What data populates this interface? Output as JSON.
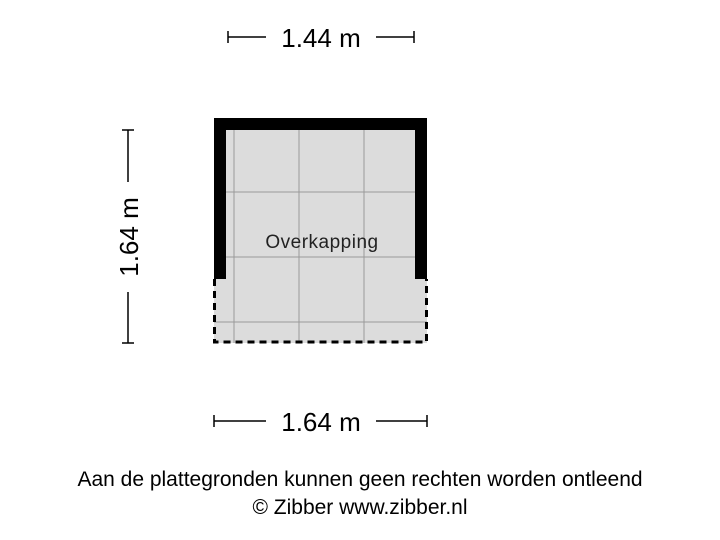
{
  "floorplan": {
    "room_label": "Overkapping",
    "dimensions": {
      "top_width": "1.44 m",
      "bottom_width": "1.64 m",
      "left_height": "1.64 m"
    }
  },
  "footer": {
    "disclaimer": "Aan de plattegronden kunnen geen rechten worden ontleend",
    "credit": "© Zibber www.zibber.nl"
  },
  "colors": {
    "floor_fill": "#dcdcdc",
    "grid_line": "#9a9a9a",
    "wall": "#000000",
    "background": "#ffffff"
  }
}
